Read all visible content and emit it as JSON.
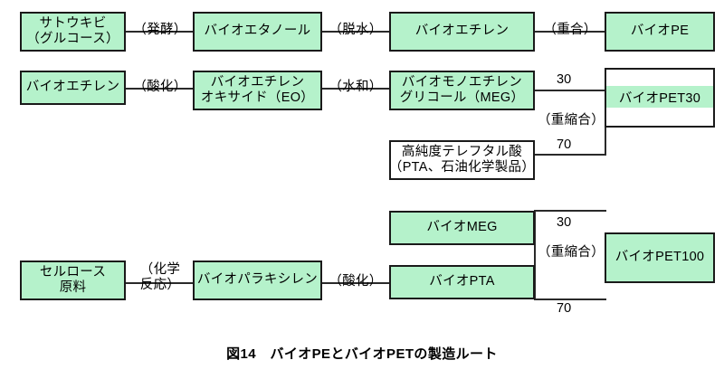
{
  "figure": {
    "caption": "図14　バイオPEとバイオPETの製造ルート",
    "colors": {
      "bio_fill": "#b5f2cb",
      "petro_fill": "#ffffff",
      "stroke": "#1a1a1a",
      "background": "#ffffff"
    }
  },
  "row1": {
    "nodes": [
      {
        "line1": "サトウキビ",
        "line2": "（グルコース）"
      },
      {
        "line1": "バイオエタノール",
        "line2": ""
      },
      {
        "line1": "バイオエチレン",
        "line2": ""
      },
      {
        "line1": "バイオPE",
        "line2": ""
      }
    ],
    "edges": [
      {
        "label": "（発酵）"
      },
      {
        "label": "（脱水）"
      },
      {
        "label": "（重合）"
      }
    ]
  },
  "row2": {
    "nodes": [
      {
        "line1": "バイオエチレン",
        "line2": ""
      },
      {
        "line1": "バイオエチレン",
        "line2": "オキサイド（EO）"
      },
      {
        "line1": "バイオモノエチレン",
        "line2": "グリコール（MEG）"
      }
    ],
    "edges": [
      {
        "label": "（酸化）"
      },
      {
        "label": "（水和）"
      }
    ],
    "pta_node": {
      "line1": "高純度テレフタル酸",
      "line2": "（PTA、石油化学製品）"
    },
    "product": {
      "label": "バイオPET30"
    },
    "ratios": {
      "meg": "30",
      "pta": "70"
    },
    "reaction": {
      "label": "（重縮合）"
    }
  },
  "row3": {
    "nodes": [
      {
        "line1": "セルロース",
        "line2": "原料"
      },
      {
        "line1": "バイオパラキシレン",
        "line2": ""
      },
      {
        "line1": "バイオPTA",
        "line2": ""
      }
    ],
    "edges": [
      {
        "line1": "（化学",
        "line2": "反応）"
      },
      {
        "line1": "（酸化）",
        "line2": ""
      }
    ],
    "meg_node": {
      "line1": "バイオMEG",
      "line2": ""
    },
    "product": {
      "label": "バイオPET100"
    },
    "ratios": {
      "meg": "30",
      "pta": "70"
    },
    "reaction": {
      "label": "（重縮合）"
    }
  }
}
